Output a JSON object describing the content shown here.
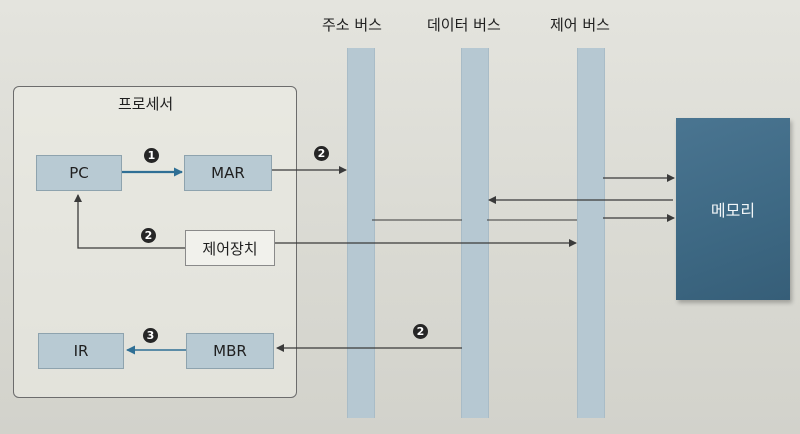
{
  "buses": {
    "address_label": "주소 버스",
    "data_label": "데이터 버스",
    "control_label": "제어 버스"
  },
  "processor": {
    "label": "프로세서",
    "registers": {
      "pc": "PC",
      "mar": "MAR",
      "ir": "IR",
      "mbr": "MBR"
    },
    "control_unit": "제어장치"
  },
  "memory": {
    "label": "메모리"
  },
  "steps": {
    "one": "1",
    "two": "2",
    "three": "3"
  },
  "colors": {
    "bus": "#b6c8d2",
    "register": "#b8cad3",
    "memory": "#3f6a86",
    "pc_to_mar_arrow": "#2f6f95"
  }
}
